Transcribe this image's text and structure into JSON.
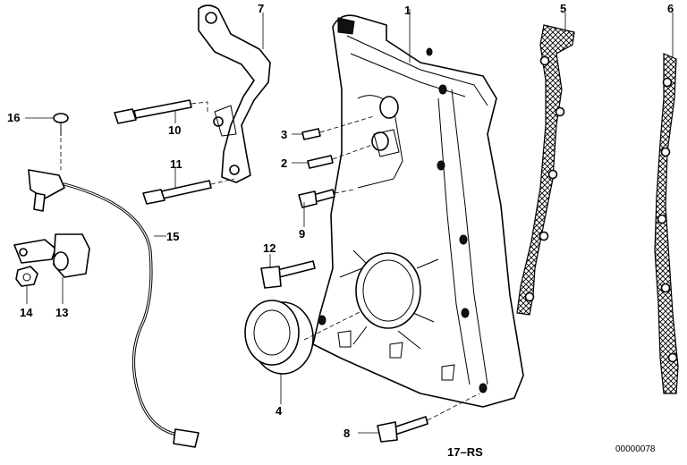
{
  "callouts": {
    "c1": "1",
    "c2": "2",
    "c3": "3",
    "c4": "4",
    "c5": "5",
    "c6": "6",
    "c7": "7",
    "c8": "8",
    "c9": "9",
    "c10": "10",
    "c11": "11",
    "c12": "12",
    "c13": "13",
    "c14": "14",
    "c15": "15",
    "c16": "16"
  },
  "footer": {
    "group_code": "17–RS",
    "diagram_id": "00000078"
  }
}
